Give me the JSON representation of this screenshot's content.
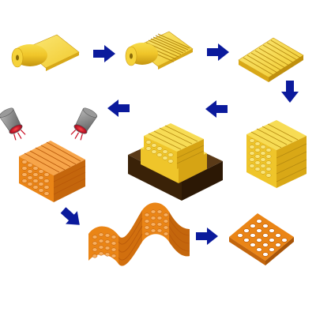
{
  "diagram": {
    "colors": {
      "film_light": "#f8e26a",
      "film_mid": "#f2cc2e",
      "film_dark": "#c89a12",
      "orange_light": "#f7a54a",
      "orange_mid": "#ea8516",
      "orange_dark": "#b9590a",
      "arrow": "#0b1a9c",
      "tray_top": "#5a3a18",
      "tray_side": "#3a2208",
      "lamp_body": "#8c8c8c",
      "lamp_rim": "#5a5a5a",
      "lamp_glow": "#d0102a"
    },
    "steps": [
      {
        "name": "film-roll",
        "icon": "roll-icon"
      },
      {
        "name": "grooved-roll",
        "icon": "grooved-roll-icon"
      },
      {
        "name": "grooved-sheet",
        "icon": "grooved-sheet-icon"
      },
      {
        "name": "stacked-block",
        "icon": "stack-block-icon"
      },
      {
        "name": "block-in-mold",
        "icon": "mold-tray-icon"
      },
      {
        "name": "irradiated-block",
        "icon": "orange-block-icon"
      },
      {
        "name": "expanded-honeycomb",
        "icon": "wavy-honeycomb-icon"
      },
      {
        "name": "honeycomb-sheet",
        "icon": "honeycomb-sheet-icon"
      }
    ],
    "arrows": [
      {
        "from": "film-roll",
        "to": "grooved-roll",
        "direction": "right"
      },
      {
        "from": "grooved-roll",
        "to": "grooved-sheet",
        "direction": "right"
      },
      {
        "from": "grooved-sheet",
        "to": "stacked-block",
        "direction": "down"
      },
      {
        "from": "stacked-block",
        "to": "block-in-mold",
        "direction": "left"
      },
      {
        "from": "block-in-mold",
        "to": "irradiated-block",
        "direction": "left"
      },
      {
        "from": "irradiated-block",
        "to": "expanded-honeycomb",
        "direction": "down-right"
      },
      {
        "from": "expanded-honeycomb",
        "to": "honeycomb-sheet",
        "direction": "right"
      }
    ],
    "lamps": {
      "count": 2,
      "icon": "heat-lamp-icon"
    }
  }
}
